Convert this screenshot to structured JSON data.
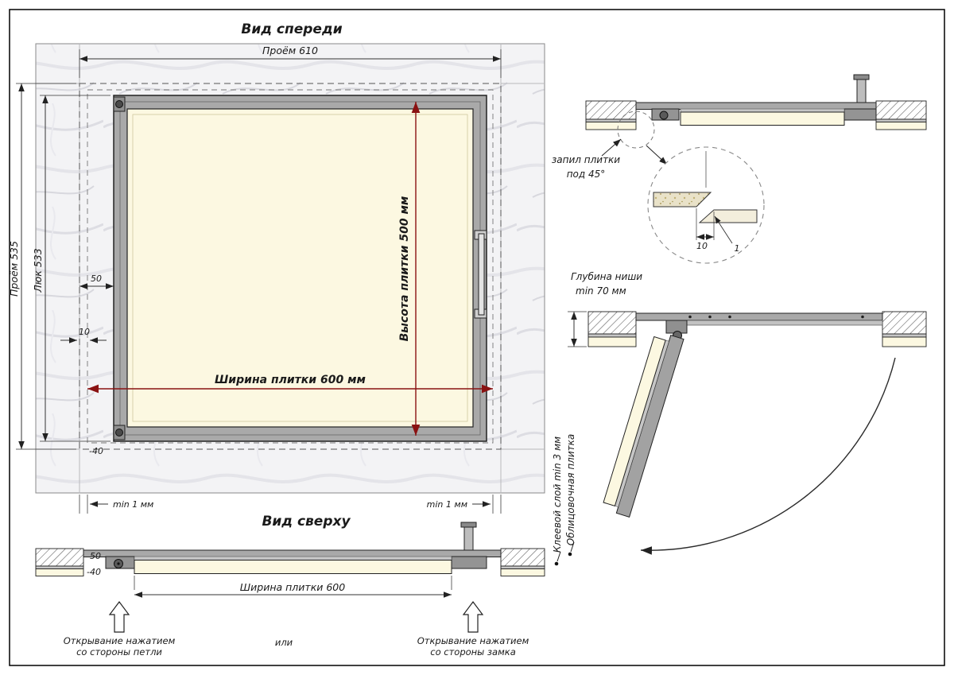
{
  "front_view": {
    "title": "Вид спереди",
    "dim_opening_width": "Проём 610",
    "dim_opening_height": "Проём 535",
    "dim_hatch_height": "Люк 533",
    "dim_frame_offset": "50",
    "dim_tile_gap": "10",
    "dim_bottom_offset": "-40",
    "tile_height_label": "Высота плитки 500 мм",
    "tile_width_label": "Ширина плитки 600 мм",
    "min_gap_left": "min 1 мм",
    "min_gap_right": "min 1 мм"
  },
  "top_view": {
    "title": "Вид сверху",
    "dim_frame_offset": "50",
    "dim_bottom_offset": "-40",
    "tile_width_label": "Ширина плитки 600",
    "open_hinge_line1": "Открывание нажатием",
    "open_hinge_line2": "со стороны петли",
    "or_label": "или",
    "open_lock_line1": "Открывание нажатием",
    "open_lock_line2": "со стороны замка"
  },
  "section_view": {
    "tile_cut_line1": "запил плитки",
    "tile_cut_line2": "под 45°",
    "detail_dim_offset": "10",
    "detail_dim_gap": "1"
  },
  "open_view": {
    "niche_depth_line1": "Глубина ниши",
    "niche_depth_line2": "min 70 мм",
    "adhesive_label": "Клеевой слой min 3 мм",
    "facing_tile_label": "Облицовочная плитка"
  },
  "colors": {
    "dimension_red": "#8a1212",
    "tile_fill": "#fcf8e1",
    "frame_gray": "#a9a9a9",
    "wall_light": "#f2f2f4"
  }
}
